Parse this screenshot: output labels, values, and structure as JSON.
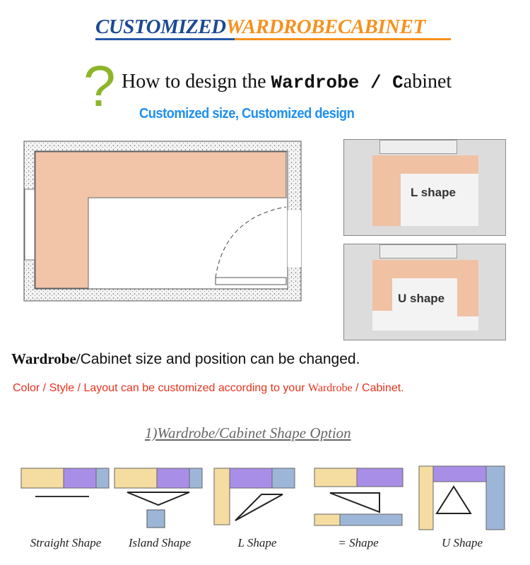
{
  "banner": {
    "part1": "CUSTOMIZED",
    "part2": "WARDROBECABINET"
  },
  "question": {
    "mark": "?",
    "text_start": "How to design the ",
    "text_word1": "Wardrobe / C",
    "text_end": "abinet"
  },
  "subtitle": "Customized size, Customized design",
  "rooms": [
    {
      "label": "L shape"
    },
    {
      "label": "U shape"
    }
  ],
  "info": {
    "line1_bold": "Wardrobe/",
    "line1_rest": "Cabinet size and position can be changed.",
    "line2_a": "Color / Style / Layout can be customized according to your ",
    "line2_b": "Wardrobe",
    "line2_c": " / Cabinet."
  },
  "section_title": "1)Wardrobe/Cabinet Shape Option",
  "shapes": [
    {
      "label": "Straight Shape"
    },
    {
      "label": "Island Shape"
    },
    {
      "label": "L Shape"
    },
    {
      "label": "= Shape"
    },
    {
      "label": "U Shape"
    }
  ],
  "colors": {
    "blue": "#1c4a94",
    "orange": "#f7911e",
    "green": "#8db52a",
    "accent_blue": "#1e90ef",
    "red": "#e8321e",
    "peach": "#f2c4a8",
    "beige": "#f5dca0",
    "purple": "#a98ee8",
    "steel": "#9db6d8"
  }
}
